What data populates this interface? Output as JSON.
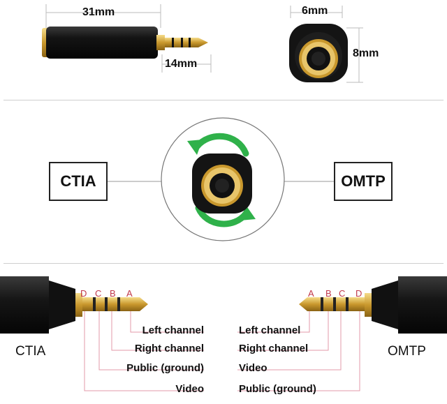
{
  "top": {
    "length_total": "31mm",
    "length_plug": "14mm",
    "width": "6mm",
    "height": "8mm"
  },
  "middle": {
    "left_standard": "CTIA",
    "right_standard": "OMTP"
  },
  "bottom": {
    "left": {
      "caption": "CTIA",
      "rings": [
        "D",
        "C",
        "B",
        "A"
      ],
      "labels": [
        "Left channel",
        "Right channel",
        "Public (ground)",
        "Video"
      ]
    },
    "right": {
      "caption": "OMTP",
      "rings": [
        "A",
        "B",
        "C",
        "D"
      ],
      "labels": [
        "Left channel",
        "Right channel",
        "Video",
        "Public (ground)"
      ]
    }
  },
  "colors": {
    "gold": "#d4a93a",
    "black_body": "#151515",
    "arrow_green": "#2fb14a",
    "ring_label": "#c0394a",
    "leader_line": "#e39aa8"
  }
}
